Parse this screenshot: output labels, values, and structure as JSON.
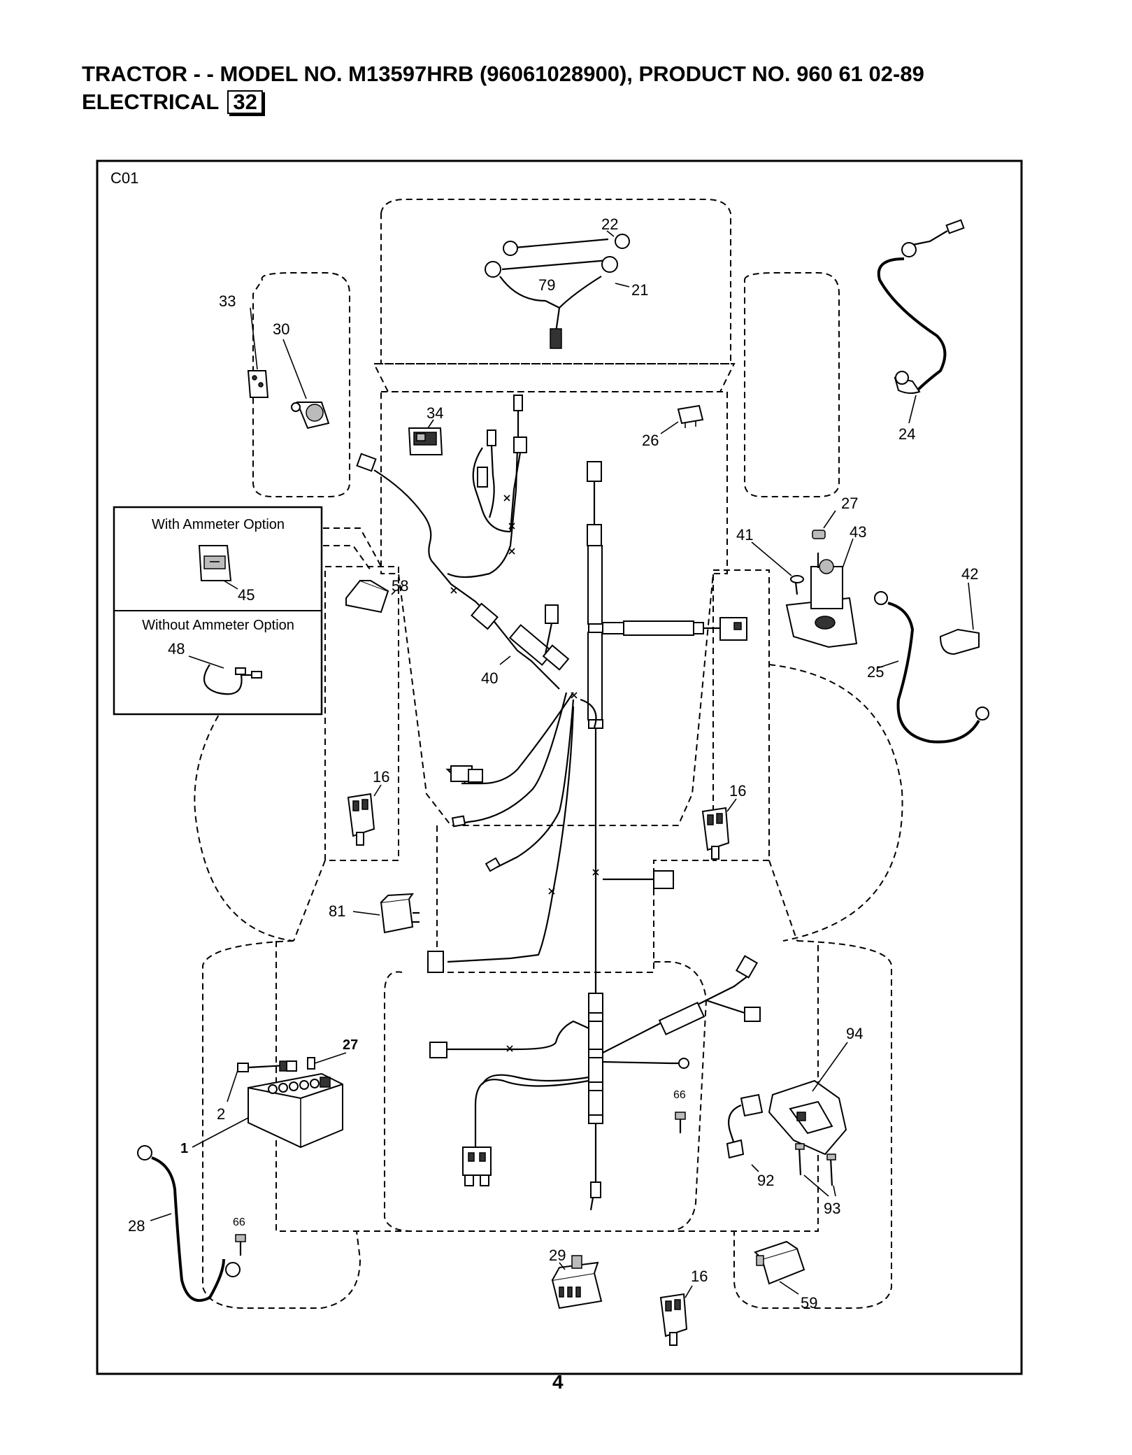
{
  "header": {
    "title": "TRACTOR - - MODEL NO. M13597HRB  (96061028900), PRODUCT NO. 960 61 02-89",
    "section_name": "ELECTRICAL",
    "section_number": "32"
  },
  "diagram": {
    "code": "C01",
    "options": {
      "with_ammeter": "With Ammeter Option",
      "without_ammeter": "Without Ammeter Option"
    },
    "labels": {
      "p22": "22",
      "p79": "79",
      "p21": "21",
      "p33": "33",
      "p30": "30",
      "p24": "24",
      "p34": "34",
      "p26": "26",
      "p27a": "27",
      "p41": "41",
      "p43": "43",
      "p42": "42",
      "p45": "45",
      "p58": "58",
      "p48": "48",
      "p25": "25",
      "p40": "40",
      "p16a": "16",
      "p16b": "16",
      "p81": "81",
      "p27b": "27",
      "p94": "94",
      "p2": "2",
      "p66a": "66",
      "p1": "1",
      "p92": "92",
      "p28": "28",
      "p66b": "66",
      "p93": "93",
      "p29": "29",
      "p16c": "16",
      "p59": "59"
    }
  },
  "footer": {
    "page_number": "4"
  }
}
